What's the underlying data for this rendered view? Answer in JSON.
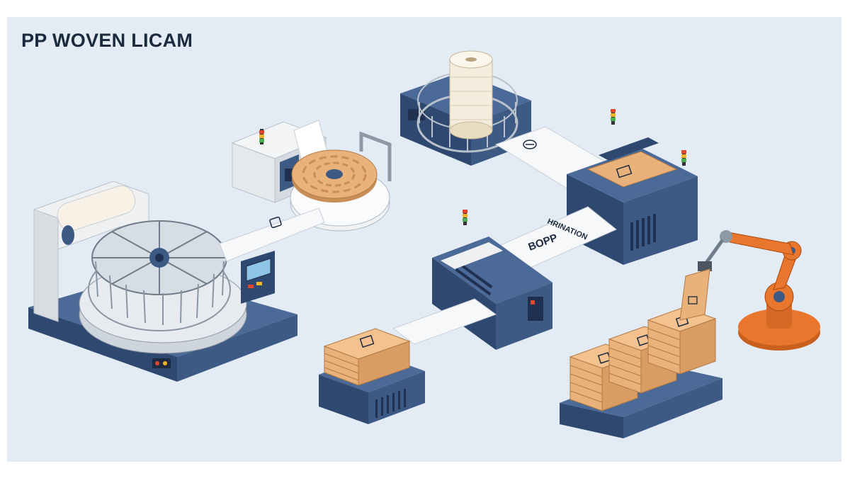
{
  "title": "PP WOVEN LICAM",
  "belt_labels": {
    "lamination": "HRINATION",
    "bopp": "BOPP"
  },
  "colors": {
    "background": "#e3ebf4",
    "machine_navy": "#3d5a85",
    "machine_dark": "#2b4266",
    "panel_white": "#eef0f2",
    "fabric_tan": "#e9b27a",
    "robot_orange": "#e8762c",
    "belt_white": "#f7f8fa"
  },
  "icons": [
    "circular-loom",
    "tape-extrusion-spool",
    "fabric-roll-unwinder",
    "lamination-machine",
    "bopp-printing-machine",
    "robot-arm",
    "bag-stacks"
  ]
}
